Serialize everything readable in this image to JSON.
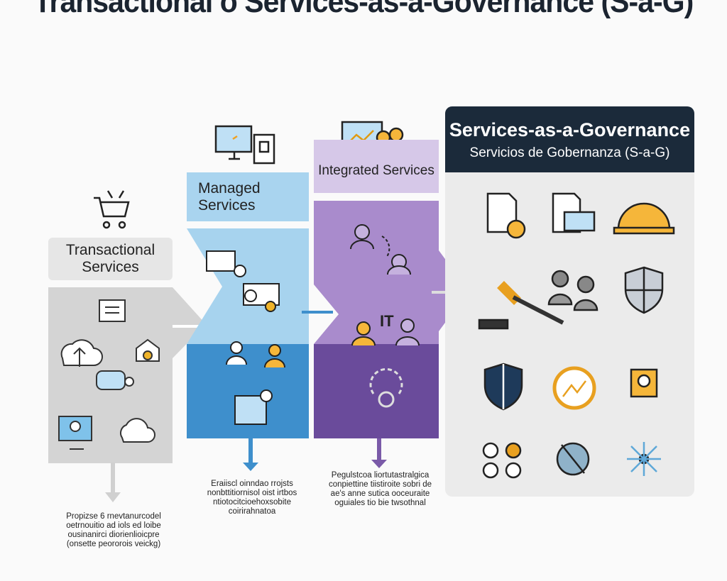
{
  "title": "Transactional o Services-as-a-Governance (S-a-G)",
  "columns": [
    {
      "label": "Transactional Services",
      "caption": [
        "Propizse 6 rnevtanurcodel",
        "oetrnouitio ad iols ed loibe",
        "ousinanirci diorienlioicpre",
        "(onsette peororois veickg)"
      ],
      "color": "#d4d4d4"
    },
    {
      "label": "Managed Services",
      "caption": [
        "Eraiiscl oinndao rrojsts",
        "nonbttitiornisol oist irtbos",
        "ntiotocitcioehoxsobite",
        "coirirahnatoa"
      ],
      "color": "#3e8fcc"
    },
    {
      "label": "Integrated Services",
      "badge": "IT",
      "caption": [
        "Pegulstcoa liortutastralgica",
        "conpiettine tiistiroite sobri de",
        "ae's anne sutica ooceuraite",
        "oguiales tio bie twsothnal"
      ],
      "color": "#6a4b9b"
    },
    {
      "label": "Services-as-a-Governance",
      "sublabel": "Servicios de Gobernanza (S-a-G)",
      "color": "#1b2a3a"
    }
  ]
}
